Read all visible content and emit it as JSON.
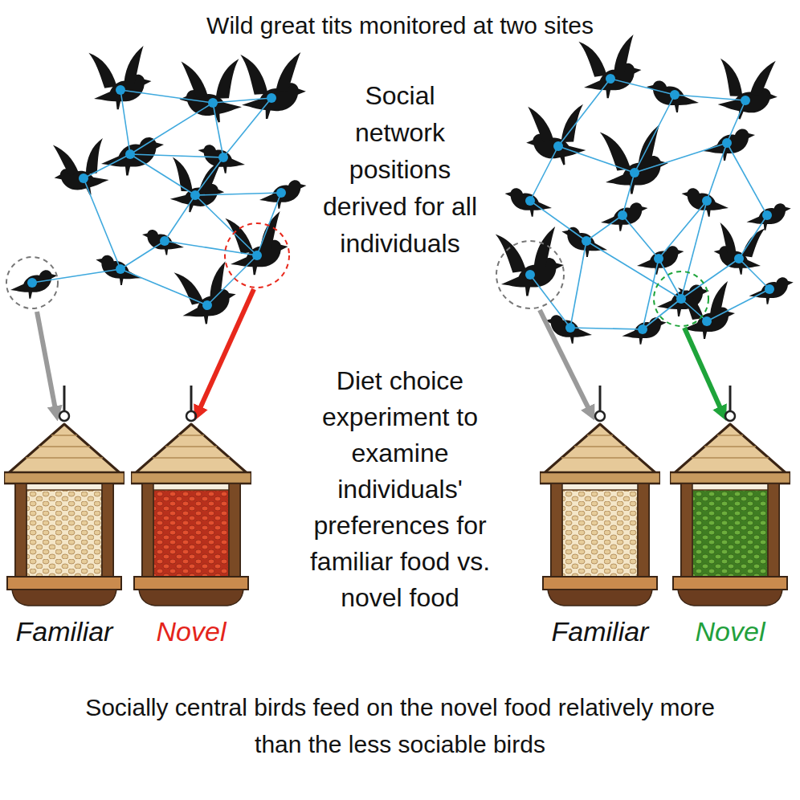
{
  "diagram": {
    "title": "Wild great tits monitored at two sites",
    "caption": "Socially central birds feed on the novel food relatively more than the less sociable birds",
    "nodes": [
      {
        "text": [
          "Familiar"
        ]
      },
      {
        "text": [
          "Novel"
        ]
      },
      {
        "text": [
          "Familiar"
        ]
      },
      {
        "text": [
          "Novel"
        ]
      }
    ],
    "labels": [
      "Social network positions derived for all individuals",
      "Diet choice experiment to examine individuals' preferences for familiar food vs. novel food"
    ]
  }
}
